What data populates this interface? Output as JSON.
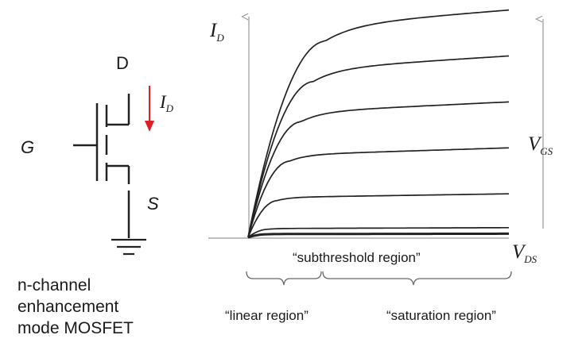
{
  "mosfet": {
    "drain_label": "D",
    "gate_label": "G",
    "source_label": "S",
    "current_label": {
      "main": "I",
      "sub": "D"
    },
    "arrow_color": "#e02020",
    "caption_lines": [
      "n-channel",
      "enhancement",
      "mode  MOSFET"
    ]
  },
  "graph": {
    "y_axis_label": {
      "main": "I",
      "sub": "D"
    },
    "x_axis_label": {
      "main": "V",
      "sub": "DS"
    },
    "vgs_label": {
      "main": "V",
      "sub": "GS"
    },
    "region_labels": {
      "subthreshold": "“subthreshold region”",
      "linear": "“linear region”",
      "saturation": "“saturation region”"
    },
    "line_color": "#222222"
  },
  "chart_data": {
    "type": "line",
    "title": "",
    "xlabel": "V_DS",
    "ylabel": "I_D",
    "grid": false,
    "series": [
      {
        "saturation_current": 0.015
      },
      {
        "saturation_current": 0.04
      },
      {
        "saturation_current": 0.18
      },
      {
        "saturation_current": 0.37
      },
      {
        "saturation_current": 0.56
      },
      {
        "saturation_current": 0.75
      },
      {
        "saturation_current": 0.94
      }
    ]
  }
}
